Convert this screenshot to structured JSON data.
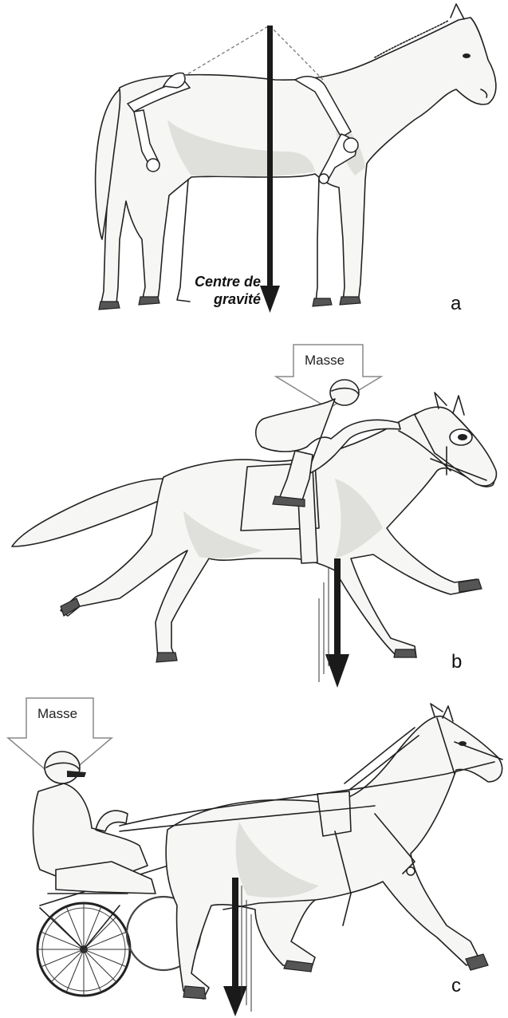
{
  "panel_a": {
    "letter": "a",
    "cog_line1": "Centre de",
    "cog_line2": "gravité"
  },
  "panel_b": {
    "letter": "b",
    "mass_label": "Masse"
  },
  "panel_c": {
    "letter": "c",
    "mass_label": "Masse"
  }
}
